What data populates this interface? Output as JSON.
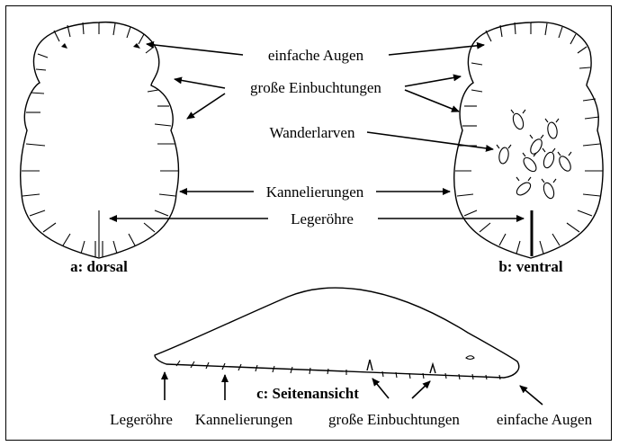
{
  "labels": {
    "einfache_augen": "einfache Augen",
    "grosse_einbuchtungen": "große Einbuchtungen",
    "wanderlarven": "Wanderlarven",
    "kannelierungen": "Kannelierungen",
    "legeroehre": "Legeröhre",
    "dorsal": "a: dorsal",
    "ventral": "b: ventral",
    "seitenansicht": "c: Seitenansicht"
  },
  "bottom_labels": {
    "legeroehre": "Legeröhre",
    "kannelierungen": "Kannelierungen",
    "grosse_einbuchtungen": "große Einbuchtungen",
    "einfache_augen": "einfache Augen"
  }
}
